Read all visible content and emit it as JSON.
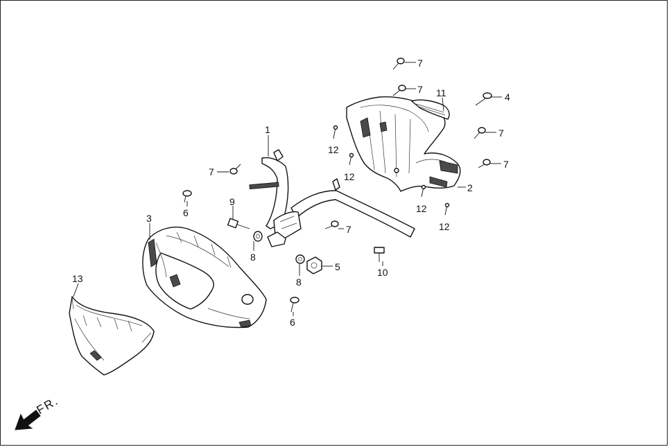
{
  "diagram": {
    "direction_label": "FR.",
    "callouts": [
      {
        "id": "c1",
        "label": "1"
      },
      {
        "id": "c2",
        "label": "2"
      },
      {
        "id": "c3",
        "label": "3"
      },
      {
        "id": "c4",
        "label": "4"
      },
      {
        "id": "c5",
        "label": "5"
      },
      {
        "id": "c6a",
        "label": "6"
      },
      {
        "id": "c6b",
        "label": "6"
      },
      {
        "id": "c7a",
        "label": "7"
      },
      {
        "id": "c7b",
        "label": "7"
      },
      {
        "id": "c7c",
        "label": "7"
      },
      {
        "id": "c7d",
        "label": "7"
      },
      {
        "id": "c7e",
        "label": "7"
      },
      {
        "id": "c7f",
        "label": "7"
      },
      {
        "id": "c8a",
        "label": "8"
      },
      {
        "id": "c8b",
        "label": "8"
      },
      {
        "id": "c9",
        "label": "9"
      },
      {
        "id": "c10",
        "label": "10"
      },
      {
        "id": "c11",
        "label": "11"
      },
      {
        "id": "c12a",
        "label": "12"
      },
      {
        "id": "c12b",
        "label": "12"
      },
      {
        "id": "c12c",
        "label": "12"
      },
      {
        "id": "c12d",
        "label": "12"
      },
      {
        "id": "c13",
        "label": "13"
      }
    ]
  }
}
